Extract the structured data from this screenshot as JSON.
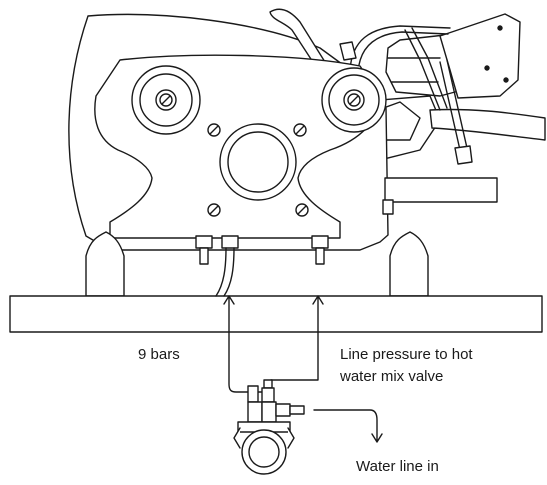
{
  "diagram": {
    "labels": {
      "nine_bars": "9 bars",
      "line_pressure": "Line pressure to hot\nwater mix valve",
      "water_line_in": "Water line in"
    }
  }
}
